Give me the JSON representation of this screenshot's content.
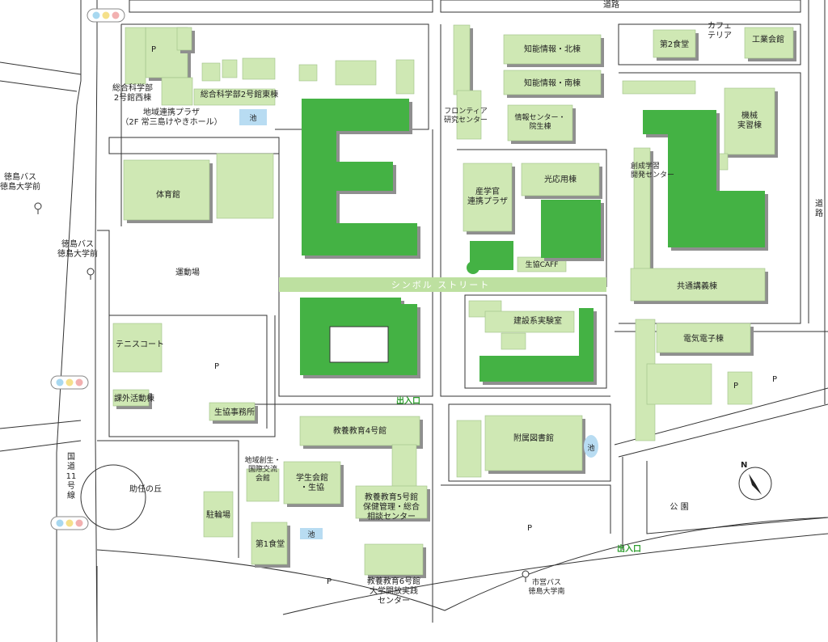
{
  "labels": {
    "road_top": "道路",
    "road_right": "道路",
    "cafeteria": "カフェ\nテリア",
    "engineering_hall": "工業会館",
    "dining2": "第2食堂",
    "chiteki_north": "知能情報・北棟",
    "chiteki_south": "知能情報・南棟",
    "frontier": "フロンティア\n研究センター",
    "info_center": "情報センター・\n院生棟",
    "kikai": "機械\n実習棟",
    "sousei": "創成学習\n開発センター",
    "sangaku": "産学官\n連携プラザ",
    "kouou": "光応用棟",
    "seikyo_caff": "生協CAFF",
    "symbol_street": "シンボル ストリート",
    "kyotsu": "共通講義棟",
    "kensetsu": "建設系実験室",
    "denki": "電気電子棟",
    "exit1": "出入口",
    "exit2": "出入口",
    "library": "附属図書館",
    "pond": "池",
    "park": "公 園",
    "city_bus_south": "市営バス\n徳島大学南",
    "kyoyo4": "教養教育4号館",
    "kyoyo5": "教養教育5号館\n保健管理・総合\n相談センター",
    "kyoyo6": "教養教育6号館\n大学開放実践\nセンター",
    "student_hall": "学生会館\n・生協",
    "chiiki_sousei": "地域創生・\n国際交流\n会館",
    "dining1": "第1食堂",
    "bicycle": "駐輪場",
    "sukenin": "助任の丘",
    "kokudo": "国\n道\n11\n号\n線",
    "bus_tokushima1": "徳島バス\n徳島大学前",
    "bus_tokushima2": "徳島バス\n徳島大学前",
    "sogo_west": "総合科学部\n2号館西棟",
    "sogo_east": "総合科学部2号館東棟",
    "chiiki_renkei": "地域連携プラザ\n（2F 常三島けやきホール）",
    "gym": "体育館",
    "ground": "運動場",
    "tennis": "テニスコート",
    "kagai": "課外活動棟",
    "seikyo_office": "生協事務所",
    "parking": "P"
  },
  "compass": {
    "letter": "N"
  },
  "colors": {
    "main_building": "#44b244",
    "building": "#cfe8b4",
    "shadow": "#8f8f8f",
    "pond": "#b8dcf2",
    "exit_text": "#2e9e2e"
  }
}
